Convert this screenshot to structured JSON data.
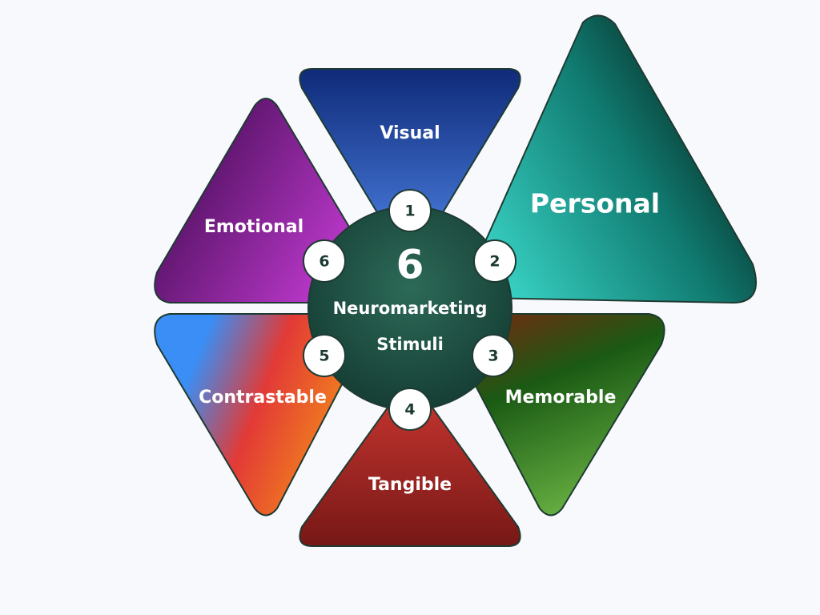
{
  "center": {
    "number": "6",
    "line1": "Neuromarketing",
    "line2": "Stimuli"
  },
  "segments": [
    {
      "number": "1",
      "label": "Visual"
    },
    {
      "number": "2",
      "label": "Personal"
    },
    {
      "number": "3",
      "label": "Memorable"
    },
    {
      "number": "4",
      "label": "Tangible"
    },
    {
      "number": "5",
      "label": "Contrastable"
    },
    {
      "number": "6",
      "label": "Emotional"
    }
  ],
  "colors": {
    "background": "#f7f9fc",
    "hub": "#1c4a3e",
    "visual": [
      "#0f2a78",
      "#4a7fe0"
    ],
    "personal": [
      "#3ad6c8",
      "#0b4a42"
    ],
    "memorable": [
      "#6a2f10",
      "#1a5a14",
      "#66b040"
    ],
    "tangible": [
      "#c73530",
      "#761816"
    ],
    "contrastable": [
      "#3a8ef5",
      "#e23a36",
      "#f07a20"
    ],
    "emotional": [
      "#3f0a4e",
      "#c03ad0"
    ]
  }
}
